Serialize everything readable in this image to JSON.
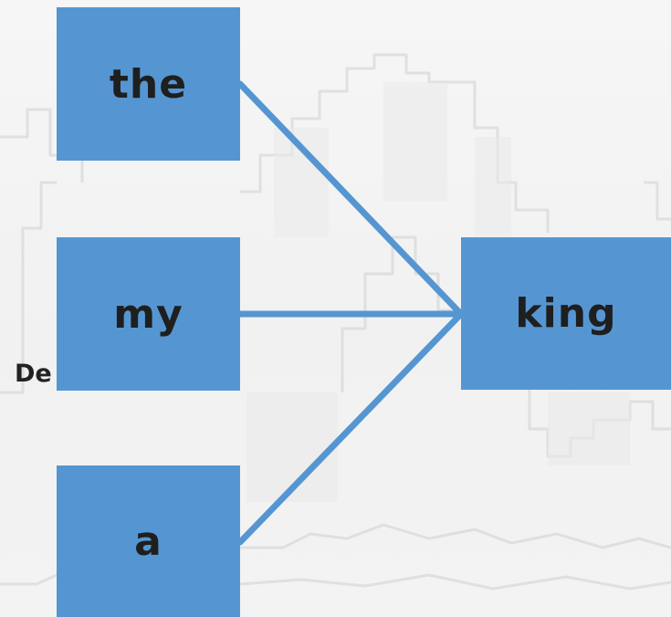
{
  "diagram": {
    "left_words": [
      "the",
      "my",
      "a"
    ],
    "right_word": "king",
    "partial_text": "De",
    "line_color": "#5596d2",
    "box_color": "#5596d2",
    "text_color": "#1f1f1f"
  }
}
